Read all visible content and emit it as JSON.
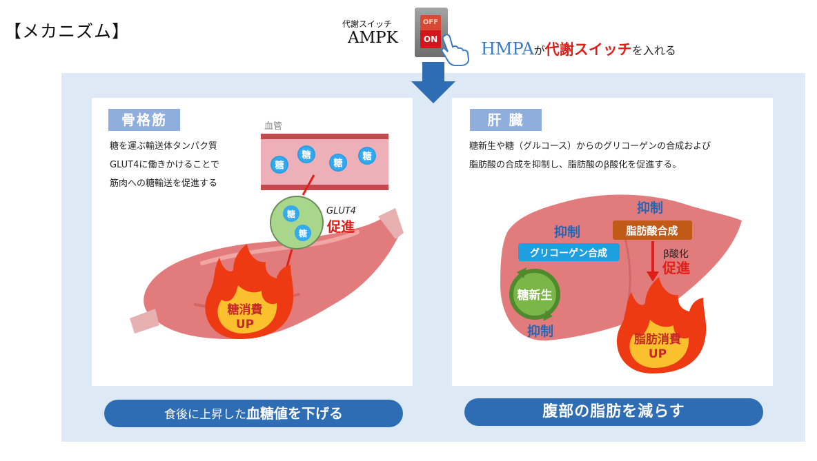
{
  "header": {
    "title": "【メカニズム】",
    "switch_small_label": "代謝スイッチ",
    "switch_name": "AMPK",
    "switch_off": "OFF",
    "switch_on": "ON",
    "headline_brand": "HMPA",
    "headline_part1": "が",
    "headline_accent": "代謝スイッチ",
    "headline_part2": "を入れる"
  },
  "muscle": {
    "label": "骨格筋",
    "description_lines": [
      "糖を運ぶ輸送体タンパク質",
      "GLUT4に働きかけることで",
      "筋肉への糖輸送を促進する"
    ],
    "vessel_label": "血管",
    "sugar": "糖",
    "glut4_label": "GLUT4",
    "promote": "促進",
    "flame_line1": "糖消費",
    "flame_line2": "UP",
    "bottom_small": "食後に上昇した",
    "bottom_large": "血糖値を下げる"
  },
  "liver": {
    "label": "肝 臓",
    "description_lines": [
      "糖新生や糖（グルコース）からのグリコーゲンの合成および",
      "脂肪酸の合成を抑制し、脂肪酸のβ酸化を促進する。"
    ],
    "inhibit": "抑制",
    "fatty_acid_synthesis": "脂肪酸合成",
    "glycogen_synthesis": "グリコーゲン合成",
    "gluconeogenesis": "糖新生",
    "beta_oxidation": "β酸化",
    "promote": "促進",
    "flame_line1": "脂肪消費",
    "flame_line2": "UP",
    "bottom": "腹部の脂肪を減らす"
  },
  "colors": {
    "panel_bg": "#dde9f5",
    "label_bg": "#8faedb",
    "pill_bg": "#2e6db3",
    "accent_red": "#e01e17",
    "brand_blue": "#3a79c2",
    "inhibit_blue": "#2b64b0",
    "glycogen_bg": "#1f9ee0",
    "fatty_bg": "#c05a16"
  }
}
